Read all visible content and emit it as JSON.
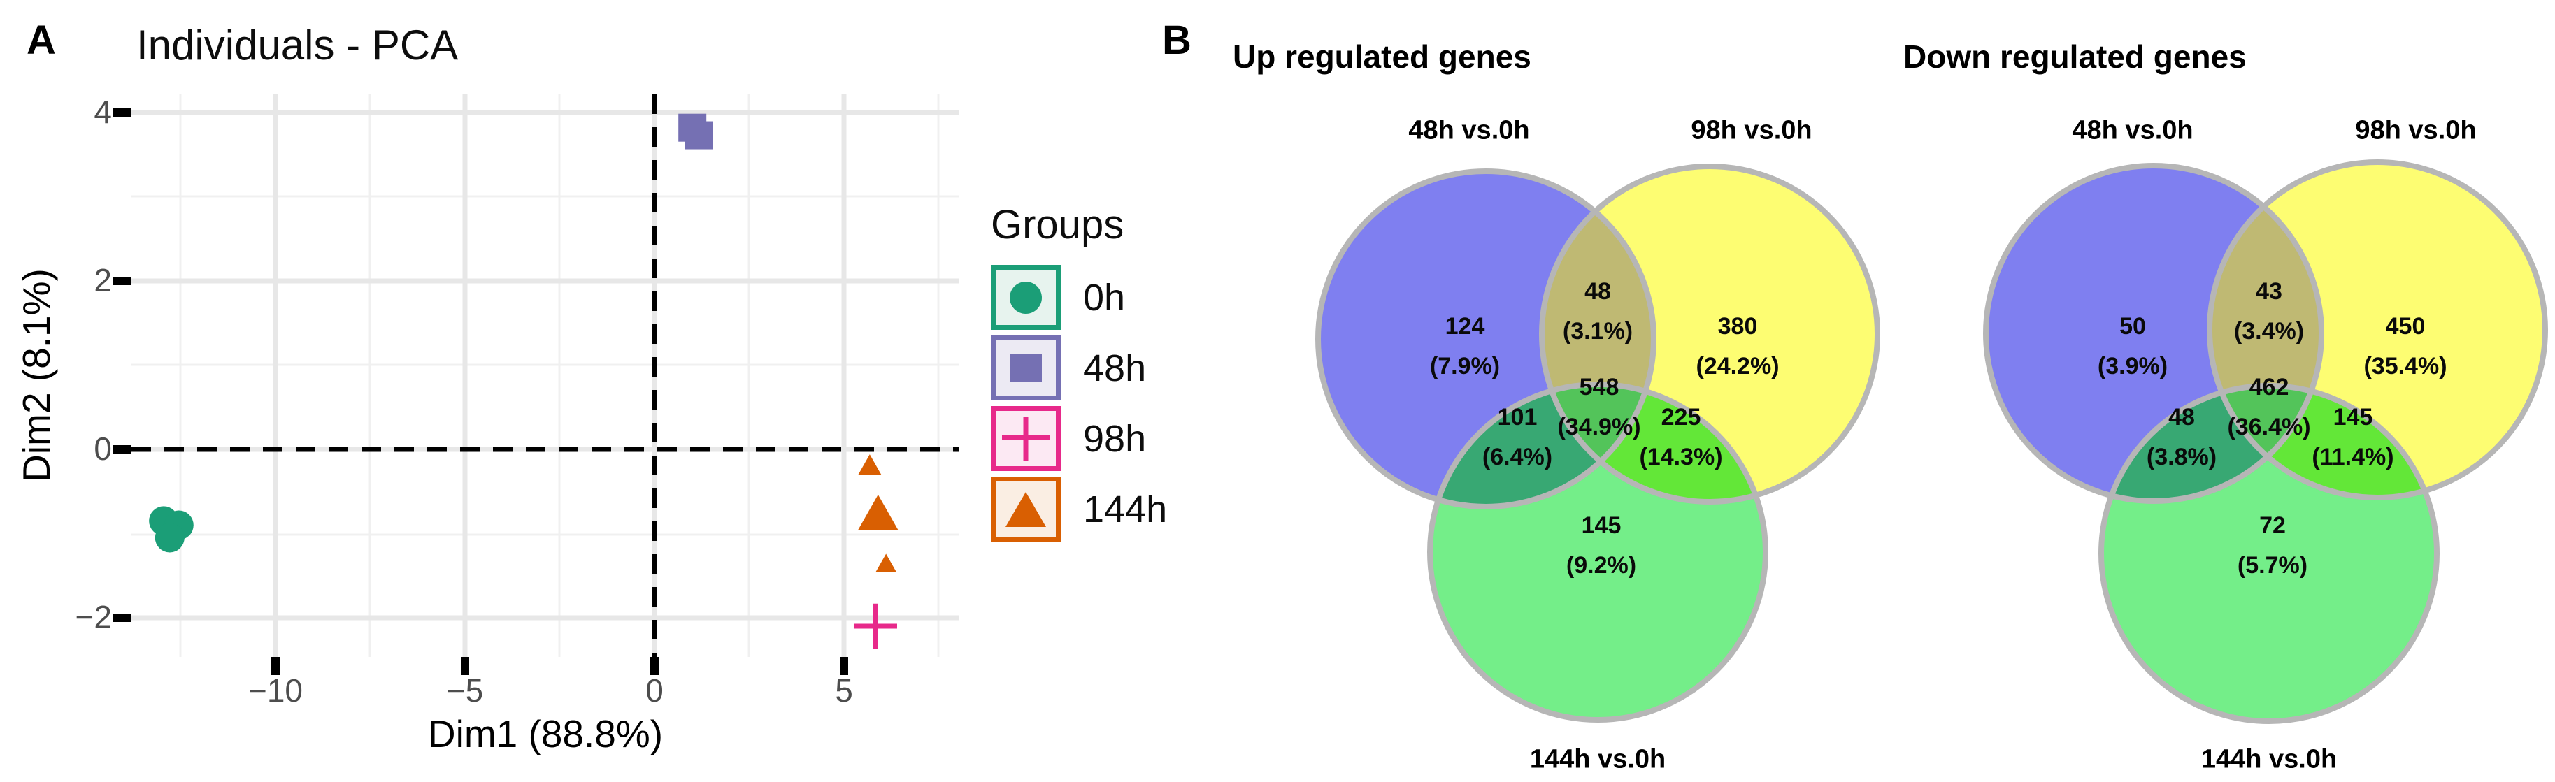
{
  "panels": {
    "a_label": "A",
    "b_label": "B"
  },
  "venn_colors": {
    "set_a": "#7f7ff0",
    "set_b": "#fdfd72",
    "set_c": "#74ee89",
    "ab": "#bfb973",
    "ac": "#38a873",
    "bc": "#63e738",
    "abc": "#53c45a",
    "outline": "#b6b6b6"
  },
  "chart_data": [
    {
      "type": "scatter",
      "title": "Individuals - PCA",
      "xlabel": "Dim1 (88.8%)",
      "ylabel": "Dim2 (8.1%)",
      "xlim": [
        -13.8,
        8.05
      ],
      "ylim": [
        -2.47,
        4.22
      ],
      "x_ticks": [
        -10,
        -5,
        0,
        5
      ],
      "y_ticks": [
        4,
        2,
        0,
        -2
      ],
      "x_tick_labels": [
        "−10",
        "−5",
        "0",
        "5"
      ],
      "y_tick_labels": [
        "4",
        "2",
        "0",
        "−2"
      ],
      "grid": true,
      "reference_lines": {
        "vertical_x": 0,
        "horizontal_y": 0,
        "style": "dashed"
      },
      "legend_position": "right",
      "legend_title": "Groups",
      "series": [
        {
          "name": "0h",
          "marker": "circle",
          "color": "#1b9e77",
          "points": [
            {
              "x": -12.95,
              "y": -0.85,
              "size": 42
            },
            {
              "x": -12.55,
              "y": -0.9,
              "size": 42
            },
            {
              "x": -12.79,
              "y": -1.05,
              "size": 42
            }
          ]
        },
        {
          "name": "48h",
          "marker": "square",
          "color": "#7570b3",
          "points": [
            {
              "x": 1.0,
              "y": 3.82,
              "size": 40
            },
            {
              "x": 1.18,
              "y": 3.73,
              "size": 40
            }
          ]
        },
        {
          "name": "98h",
          "marker": "cross",
          "color": "#e7298a",
          "points": [
            {
              "x": 5.83,
              "y": -2.1,
              "size": 62
            }
          ]
        },
        {
          "name": "144h",
          "marker": "triangle",
          "color": "#d95f02",
          "points": [
            {
              "x": 5.68,
              "y": -0.18,
              "size": 33
            },
            {
              "x": 5.9,
              "y": -0.75,
              "size": 58
            },
            {
              "x": 6.11,
              "y": -1.35,
              "size": 30
            }
          ]
        }
      ]
    },
    {
      "type": "venn",
      "title": "Up regulated genes",
      "sets": [
        "48h vs.0h",
        "98h vs.0h",
        "144h vs.0h"
      ],
      "regions": [
        {
          "sets": [
            "48h vs.0h"
          ],
          "count": "124",
          "pct": "(7.9%)"
        },
        {
          "sets": [
            "48h vs.0h",
            "98h vs.0h"
          ],
          "count": "48",
          "pct": "(3.1%)"
        },
        {
          "sets": [
            "98h vs.0h"
          ],
          "count": "380",
          "pct": "(24.2%)"
        },
        {
          "sets": [
            "48h vs.0h",
            "98h vs.0h",
            "144h vs.0h"
          ],
          "count": "548",
          "pct": "(34.9%)"
        },
        {
          "sets": [
            "48h vs.0h",
            "144h vs.0h"
          ],
          "count": "101",
          "pct": "(6.4%)"
        },
        {
          "sets": [
            "98h vs.0h",
            "144h vs.0h"
          ],
          "count": "225",
          "pct": "(14.3%)"
        },
        {
          "sets": [
            "144h vs.0h"
          ],
          "count": "145",
          "pct": "(9.2%)"
        }
      ]
    },
    {
      "type": "venn",
      "title": "Down regulated genes",
      "sets": [
        "48h vs.0h",
        "98h vs.0h",
        "144h vs.0h"
      ],
      "regions": [
        {
          "sets": [
            "48h vs.0h"
          ],
          "count": "50",
          "pct": "(3.9%)"
        },
        {
          "sets": [
            "48h vs.0h",
            "98h vs.0h"
          ],
          "count": "43",
          "pct": "(3.4%)"
        },
        {
          "sets": [
            "98h vs.0h"
          ],
          "count": "450",
          "pct": "(35.4%)"
        },
        {
          "sets": [
            "48h vs.0h",
            "98h vs.0h",
            "144h vs.0h"
          ],
          "count": "462",
          "pct": "(36.4%)"
        },
        {
          "sets": [
            "48h vs.0h",
            "144h vs.0h"
          ],
          "count": "48",
          "pct": "(3.8%)"
        },
        {
          "sets": [
            "98h vs.0h",
            "144h vs.0h"
          ],
          "count": "145",
          "pct": "(11.4%)"
        },
        {
          "sets": [
            "144h vs.0h"
          ],
          "count": "72",
          "pct": "(5.7%)"
        }
      ]
    }
  ]
}
